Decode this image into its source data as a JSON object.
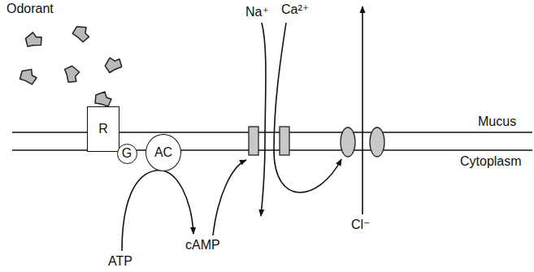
{
  "diagram": {
    "nodes": [
      {
        "text": [
          "R"
        ]
      },
      {
        "text": [
          "G"
        ]
      },
      {
        "text": [
          "AC"
        ]
      }
    ],
    "labels": [
      "Odorant",
      "Na⁺",
      "Ca²⁺",
      "Mucus",
      "Cytoplasm",
      "ATP",
      "cAMP",
      "Cl⁻"
    ]
  }
}
